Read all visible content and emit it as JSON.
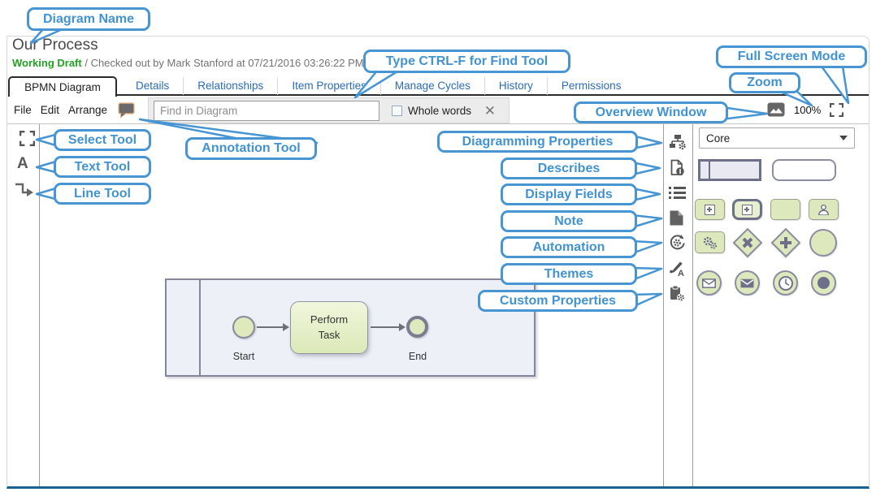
{
  "window": {
    "title": "Our Process",
    "status": "Working Draft",
    "status_detail": "/ Checked out by Mark Stanford at 07/21/2016 03:26:22 PM"
  },
  "tabs": [
    {
      "label": "BPMN Diagram",
      "active": true
    },
    {
      "label": "Details"
    },
    {
      "label": "Relationships"
    },
    {
      "label": "Item Properties"
    },
    {
      "label": "Manage Cycles"
    },
    {
      "label": "History"
    },
    {
      "label": "Permissions"
    }
  ],
  "menubar": {
    "file": "File",
    "edit": "Edit",
    "arrange": "Arrange"
  },
  "find": {
    "placeholder": "Find in Diagram",
    "whole_words": "Whole words",
    "close_glyph": "✕"
  },
  "view_controls": {
    "zoom_level": "100%"
  },
  "left_tools": {
    "text_tool_glyph": "A"
  },
  "palette": {
    "category": "Core",
    "shape_names": [
      "pool",
      "rounded-rectangle",
      "sub-process",
      "call-activity",
      "task",
      "user-task",
      "service-task",
      "exclusive-gateway",
      "parallel-gateway",
      "start-event",
      "message-start-event",
      "message-end-event",
      "timer-event",
      "terminate-event"
    ]
  },
  "diagram": {
    "start": "Start",
    "task": "Perform Task",
    "end": "End"
  },
  "callouts": {
    "diagram_name": "Diagram Name",
    "find_tool": "Type CTRL-F for Find Tool",
    "full_screen": "Full Screen Mode",
    "zoom": "Zoom",
    "overview_window": "Overview Window",
    "select_tool": "Select Tool",
    "annotation_tool": "Annotation Tool",
    "text_tool": "Text Tool",
    "line_tool": "Line Tool",
    "diagramming_properties": "Diagramming Properties",
    "describes": "Describes",
    "display_fields": "Display Fields",
    "note": "Note",
    "automation": "Automation",
    "themes": "Themes",
    "custom_properties": "Custom Properties"
  },
  "colors": {
    "callout_blue": "#4795d2",
    "tab_blue": "#2a6cb5",
    "status_green": "#22a122",
    "bottom_accent": "#1a6190",
    "shape_green": "#dde9bc",
    "shape_dark": "#70718a"
  }
}
